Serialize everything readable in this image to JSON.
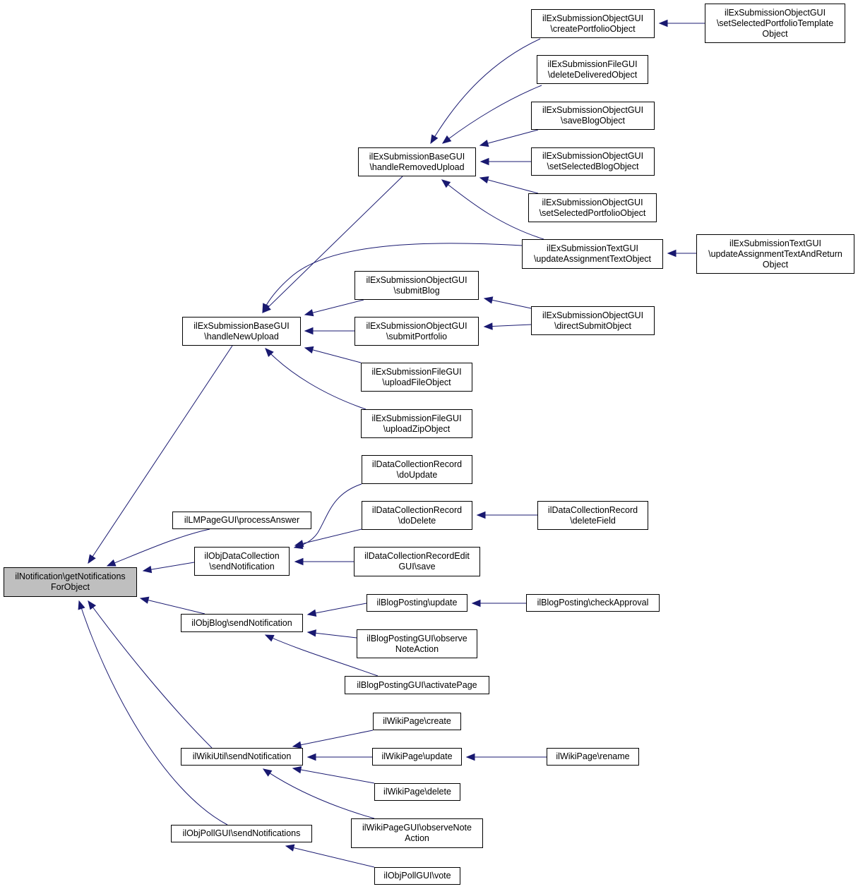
{
  "colors": {
    "edge": "#191970",
    "node_border": "#000000",
    "root_fill": "#bfbfbf"
  },
  "nodes": {
    "root": {
      "lines": [
        "ilNotification\\getNotifications",
        "ForObject"
      ]
    },
    "handle_new_upload": {
      "lines": [
        "ilExSubmissionBaseGUI",
        "\\handleNewUpload"
      ]
    },
    "handle_removed_upload": {
      "lines": [
        "ilExSubmissionBaseGUI",
        "\\handleRemovedUpload"
      ]
    },
    "create_portfolio_object": {
      "lines": [
        "ilExSubmissionObjectGUI",
        "\\createPortfolioObject"
      ]
    },
    "set_selected_portfolio_template": {
      "lines": [
        "ilExSubmissionObjectGUI",
        "\\setSelectedPortfolioTemplate",
        "Object"
      ]
    },
    "delete_delivered_object": {
      "lines": [
        "ilExSubmissionFileGUI",
        "\\deleteDeliveredObject"
      ]
    },
    "save_blog_object": {
      "lines": [
        "ilExSubmissionObjectGUI",
        "\\saveBlogObject"
      ]
    },
    "set_selected_blog_object": {
      "lines": [
        "ilExSubmissionObjectGUI",
        "\\setSelectedBlogObject"
      ]
    },
    "set_selected_portfolio_object": {
      "lines": [
        "ilExSubmissionObjectGUI",
        "\\setSelectedPortfolioObject"
      ]
    },
    "update_assignment_text_object": {
      "lines": [
        "ilExSubmissionTextGUI",
        "\\updateAssignmentTextObject"
      ]
    },
    "update_assignment_text_and_return": {
      "lines": [
        "ilExSubmissionTextGUI",
        "\\updateAssignmentTextAndReturn",
        "Object"
      ]
    },
    "submit_blog": {
      "lines": [
        "ilExSubmissionObjectGUI",
        "\\submitBlog"
      ]
    },
    "submit_portfolio": {
      "lines": [
        "ilExSubmissionObjectGUI",
        "\\submitPortfolio"
      ]
    },
    "direct_submit_object": {
      "lines": [
        "ilExSubmissionObjectGUI",
        "\\directSubmitObject"
      ]
    },
    "upload_file_object": {
      "lines": [
        "ilExSubmissionFileGUI",
        "\\uploadFileObject"
      ]
    },
    "upload_zip_object": {
      "lines": [
        "ilExSubmissionFileGUI",
        "\\uploadZipObject"
      ]
    },
    "dc_record_do_update": {
      "lines": [
        "ilDataCollectionRecord",
        "\\doUpdate"
      ]
    },
    "dc_record_do_delete": {
      "lines": [
        "ilDataCollectionRecord",
        "\\doDelete"
      ]
    },
    "dc_record_delete_field": {
      "lines": [
        "ilDataCollectionRecord",
        "\\deleteField"
      ]
    },
    "lm_page_process_answer": {
      "lines": [
        "ilLMPageGUI\\processAnswer"
      ]
    },
    "obj_dc_send_notification": {
      "lines": [
        "ilObjDataCollection",
        "\\sendNotification"
      ]
    },
    "dc_record_edit_save": {
      "lines": [
        "ilDataCollectionRecordEdit",
        "GUI\\save"
      ]
    },
    "blog_posting_update": {
      "lines": [
        "ilBlogPosting\\update"
      ]
    },
    "blog_posting_check_approval": {
      "lines": [
        "ilBlogPosting\\checkApproval"
      ]
    },
    "obj_blog_send_notification": {
      "lines": [
        "ilObjBlog\\sendNotification"
      ]
    },
    "blog_posting_gui_observe_note": {
      "lines": [
        "ilBlogPostingGUI\\observe",
        "NoteAction"
      ]
    },
    "blog_posting_gui_activate_page": {
      "lines": [
        "ilBlogPostingGUI\\activatePage"
      ]
    },
    "wiki_page_create": {
      "lines": [
        "ilWikiPage\\create"
      ]
    },
    "wiki_util_send_notification": {
      "lines": [
        "ilWikiUtil\\sendNotification"
      ]
    },
    "wiki_page_update": {
      "lines": [
        "ilWikiPage\\update"
      ]
    },
    "wiki_page_rename": {
      "lines": [
        "ilWikiPage\\rename"
      ]
    },
    "wiki_page_delete": {
      "lines": [
        "ilWikiPage\\delete"
      ]
    },
    "wiki_page_gui_observe_note": {
      "lines": [
        "ilWikiPageGUI\\observeNote",
        "Action"
      ]
    },
    "obj_poll_send_notifications": {
      "lines": [
        "ilObjPollGUI\\sendNotifications"
      ]
    },
    "obj_poll_vote": {
      "lines": [
        "ilObjPollGUI\\vote"
      ]
    }
  }
}
